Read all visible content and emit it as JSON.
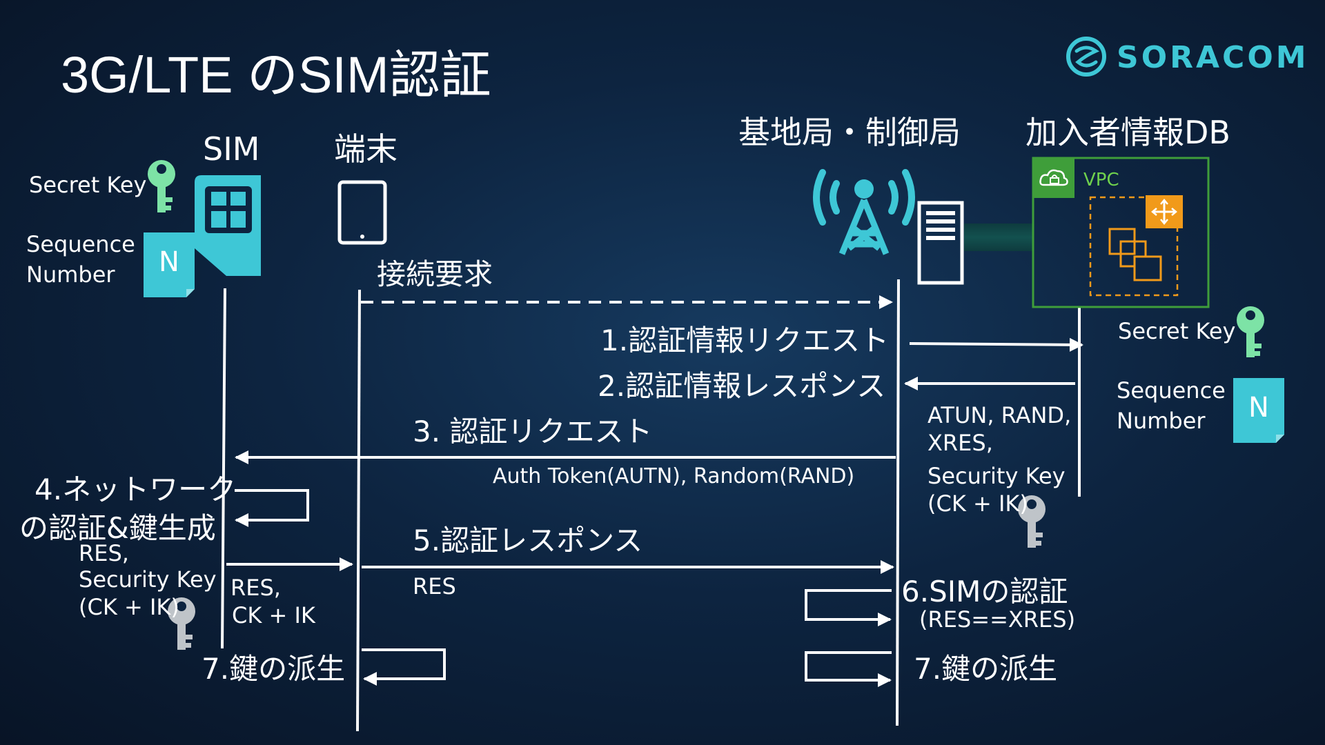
{
  "title": "3G/LTE のSIM認証",
  "logo": {
    "text": "SORACOM"
  },
  "lanes": {
    "sim": "SIM",
    "device": "端末",
    "base": "基地局・制御局",
    "db": "加入者情報DB"
  },
  "left_keys": {
    "secret_key": "Secret Key",
    "sequence": "Sequence",
    "number": "Number",
    "n": "N"
  },
  "right_keys": {
    "secret_key": "Secret Key",
    "sequence": "Sequence",
    "number": "Number",
    "n": "N"
  },
  "vpc_label": "VPC",
  "steps": {
    "connect": "接続要求",
    "s1": "1.認証情報リクエスト",
    "s2": "2.認証情報レスポンス",
    "s3": "3. 認証リクエスト",
    "s3_detail": "Auth Token(AUTN), Random(RAND)",
    "s4_line1": "4.ネットワーク",
    "s4_line2": "の認証&鍵生成",
    "s5": "5.認証レスポンス",
    "s5_detail": "RES",
    "s6": "6.SIMの認証",
    "s6_detail": "(RES==XRES)",
    "s7_left": "7.鍵の派生",
    "s7_right": "7.鍵の派生"
  },
  "db_response": {
    "line1": "ATUN, RAND,",
    "line2": "XRES,",
    "line3": "Security Key",
    "line4": "(CK + IK)"
  },
  "sim_output": {
    "line1": "RES,",
    "line2": "Security Key",
    "line3": "(CK + IK)"
  },
  "sim_to_device": {
    "line1": "RES,",
    "line2": "CK + IK"
  },
  "colors": {
    "accent": "#3ec7d6",
    "key_green": "#7de3a6",
    "key_gray": "#bfc4c9",
    "vpc": "#3f9e3a",
    "router": "#f19a1a"
  },
  "icons": [
    "soracom-logo-icon",
    "key-icon",
    "sim-card-icon",
    "note-n-icon",
    "tablet-icon",
    "cell-tower-icon",
    "server-icon",
    "vpc-cloud-icon",
    "router-icon",
    "instances-icon"
  ]
}
